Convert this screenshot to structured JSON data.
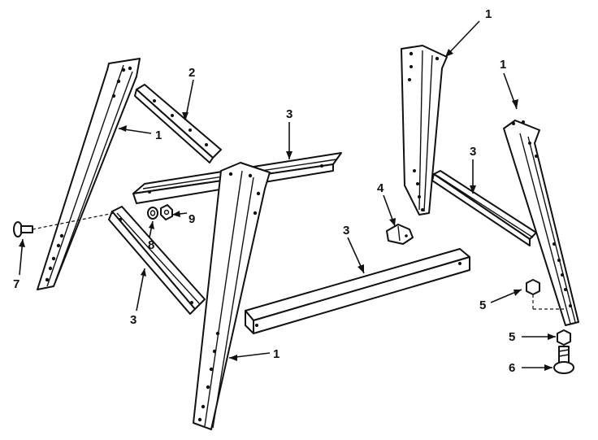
{
  "callouts": [
    {
      "id": "leg-top-right",
      "text": "1"
    },
    {
      "id": "leg-upper-left",
      "text": "1"
    },
    {
      "id": "leg-far-right",
      "text": "1"
    },
    {
      "id": "leg-front",
      "text": "1"
    },
    {
      "id": "brace-short",
      "text": "2"
    },
    {
      "id": "stiffener-top",
      "text": "3"
    },
    {
      "id": "stiffener-left",
      "text": "3"
    },
    {
      "id": "stiffener-right",
      "text": "3"
    },
    {
      "id": "stiffener-front",
      "text": "3"
    },
    {
      "id": "bracket",
      "text": "4"
    },
    {
      "id": "nut-upper",
      "text": "5"
    },
    {
      "id": "nut-lower",
      "text": "5"
    },
    {
      "id": "leveling-foot",
      "text": "6"
    },
    {
      "id": "carriage-bolt",
      "text": "7"
    },
    {
      "id": "lockwasher",
      "text": "8"
    },
    {
      "id": "hex-nut",
      "text": "9"
    }
  ]
}
